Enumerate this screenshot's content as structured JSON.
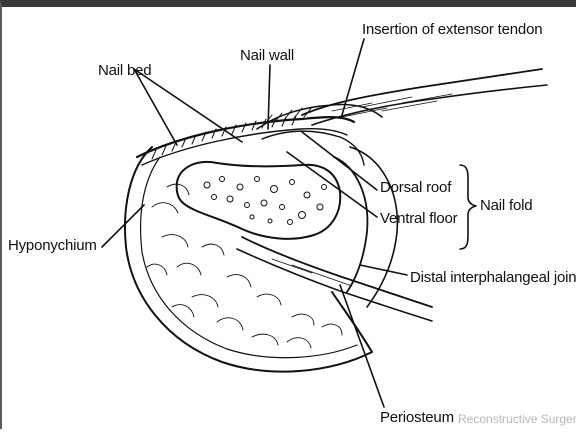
{
  "labels": {
    "insertion_extensor_tendon": "Insertion of extensor tendon",
    "nail_wall": "Nail wall",
    "nail_bed": "Nail bed",
    "dorsal_roof": "Dorsal roof",
    "ventral_floor": "Ventral floor",
    "nail_fold": "Nail fold",
    "hyponychium": "Hyponychium",
    "distal_interphalangeal_joint": "Distal interphalangeal joint",
    "periosteum": "Periosteum"
  },
  "watermark": "Reconstructive Surgery"
}
